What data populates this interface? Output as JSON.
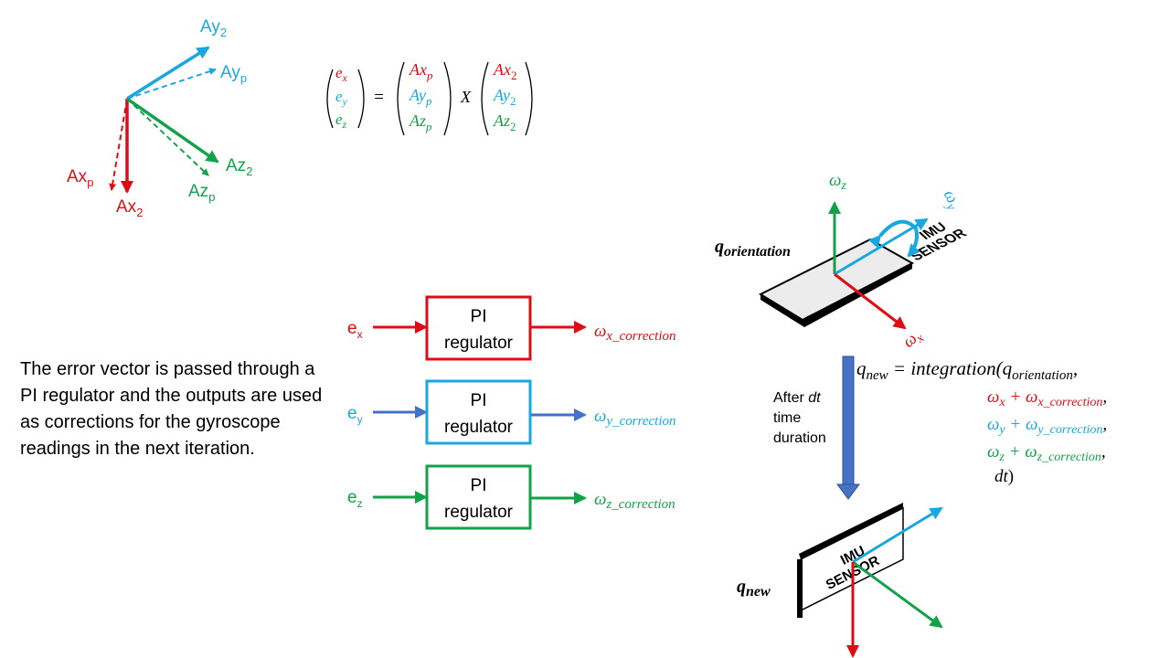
{
  "colors": {
    "red": "#e00c14",
    "blue": "#1aa7e0",
    "green": "#12a24a",
    "steel": "#4472c4",
    "black": "#000000"
  },
  "vectors": {
    "ay2": {
      "base": "Ay",
      "sub": "2"
    },
    "ayp": {
      "base": "Ay",
      "sub": "p"
    },
    "ax2": {
      "base": "Ax",
      "sub": "2"
    },
    "axp": {
      "base": "Ax",
      "sub": "p"
    },
    "az2": {
      "base": "Az",
      "sub": "2"
    },
    "azp": {
      "base": "Az",
      "sub": "p"
    }
  },
  "equation": {
    "lhs": [
      "e",
      "e",
      "e"
    ],
    "lhs_subs": [
      "x",
      "y",
      "z"
    ],
    "equals": "=",
    "mid": [
      "Ax",
      "Ay",
      "Az"
    ],
    "mid_subs": [
      "p",
      "p",
      "p"
    ],
    "cross": "X",
    "rhs": [
      "Ax",
      "Ay",
      "Az"
    ],
    "rhs_subs": [
      "2",
      "2",
      "2"
    ]
  },
  "regulators": [
    {
      "input": "e",
      "input_sub": "x",
      "line1": "PI",
      "line2": "regulator",
      "out_symbol": "ω",
      "out_sub": "x_correction"
    },
    {
      "input": "e",
      "input_sub": "y",
      "line1": "PI",
      "line2": "regulator",
      "out_symbol": "ω",
      "out_sub": "y_correction"
    },
    {
      "input": "e",
      "input_sub": "z",
      "line1": "PI",
      "line2": "regulator",
      "out_symbol": "ω",
      "out_sub": "z_correction"
    }
  ],
  "description": "The error vector is passed through a PI regulator and the outputs are used as corrections for the gyroscope readings in the next iteration.",
  "after_dt": {
    "pre": "After ",
    "dt": "dt",
    "line2": "time",
    "line3": "duration"
  },
  "sensor": {
    "line1": "IMU",
    "line2": "SENSOR"
  },
  "q_orientation": {
    "base": "q",
    "sub": "orientation"
  },
  "q_new": {
    "base": "q",
    "sub": "new"
  },
  "omega_axes": {
    "z": {
      "sym": "ω",
      "sub": "z"
    },
    "y": {
      "sym": "ω",
      "sub": "y"
    },
    "x": {
      "sym": "ω",
      "sub": "x"
    }
  },
  "integration": {
    "lhs": "q",
    "lhs_sub": "new",
    "eq": " = integration(",
    "q": "q",
    "q_sub": "orientation",
    "comma": ",",
    "wx": "ω",
    "wx_sub": "x",
    "plus1": " +  ",
    "wxc": "ω",
    "wxc_sub": "x_correction",
    "wy": "ω",
    "wy_sub": "y",
    "plus2": " + ",
    "wyc": "ω",
    "wyc_sub": "y_correction",
    "wz": "ω",
    "wz_sub": "z",
    "plus3": " + ",
    "wzc": "ω",
    "wzc_sub": "z_correction",
    "dt": "dt",
    "close": ")"
  }
}
